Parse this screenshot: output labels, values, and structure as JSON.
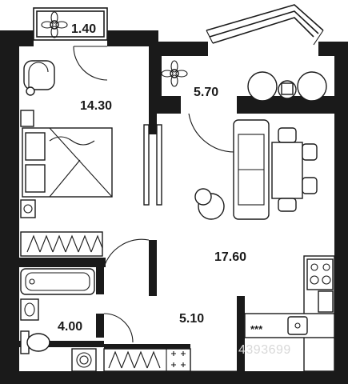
{
  "rooms": {
    "balcony": {
      "area": "1.40"
    },
    "bedroom": {
      "area": "14.30"
    },
    "loggia": {
      "area": "5.70"
    },
    "living_kitchen": {
      "area": "17.60"
    },
    "bathroom": {
      "area": "4.00"
    },
    "hallway": {
      "area": "5.10"
    }
  },
  "stove_marks": "***",
  "watermark": "4393699",
  "colors": {
    "wall": "#1a1a1a",
    "background": "#ffffff",
    "watermark": "#d8d8d8"
  }
}
